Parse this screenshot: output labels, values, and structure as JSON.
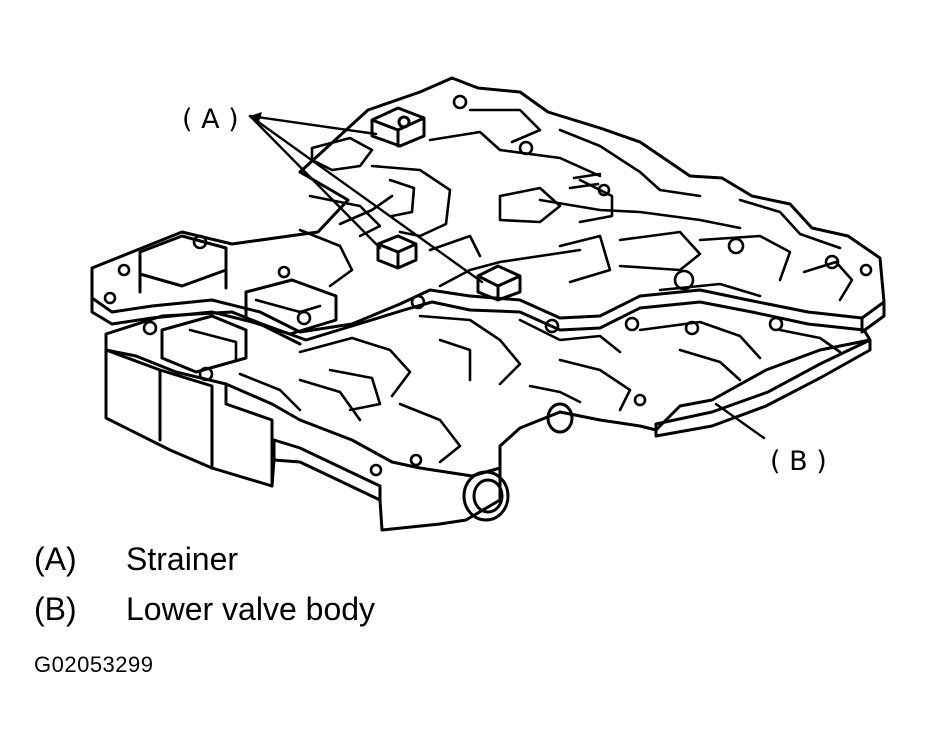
{
  "diagram": {
    "callouts": [
      {
        "id": "A",
        "label": "( A )"
      },
      {
        "id": "B",
        "label": "( B )"
      }
    ],
    "legend": [
      {
        "key": "(A)",
        "text": "Strainer"
      },
      {
        "key": "(B)",
        "text": "Lower valve body"
      }
    ],
    "figure_code": "G02053299"
  },
  "colors": {
    "ink": "#000000",
    "paper": "#ffffff"
  }
}
